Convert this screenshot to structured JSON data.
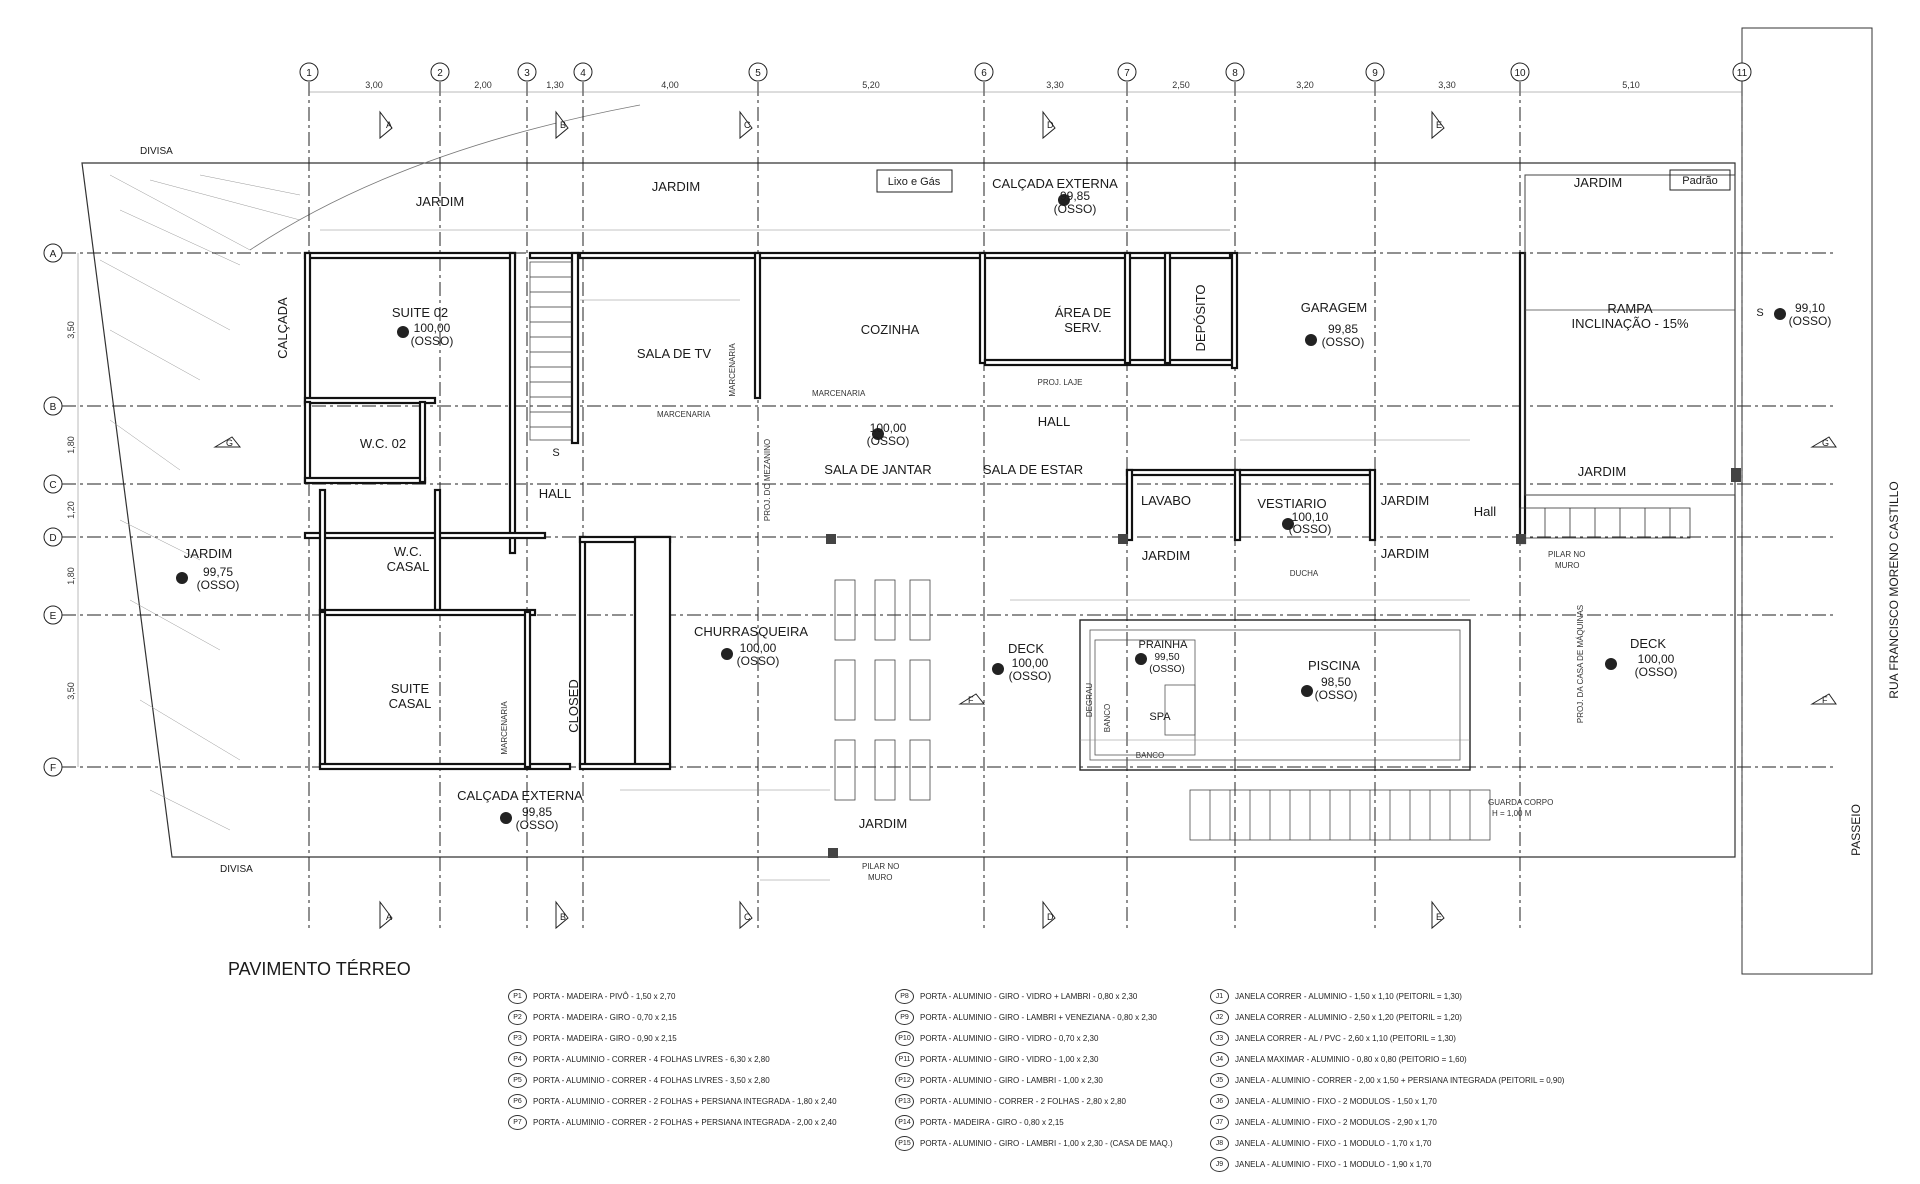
{
  "title": "PAVIMENTO TÉRREO",
  "street": "RUA FRANCISCO MORENO CASTILLO",
  "sidewalk": "PASSEIO",
  "boundary": "DIVISA",
  "grid_columns": [
    "1",
    "2",
    "3",
    "4",
    "5",
    "6",
    "7",
    "8",
    "9",
    "10",
    "11"
  ],
  "grid_rows": [
    "A",
    "B",
    "C",
    "D",
    "E",
    "F"
  ],
  "column_dims": [
    "3,00",
    "2,00",
    "1,30",
    "4,00",
    "5,20",
    "3,30",
    "2,50",
    "3,20",
    "3,30",
    "5,10"
  ],
  "row_dims": [
    "3,50",
    "1,80",
    "1,20",
    "1,80",
    "3,50"
  ],
  "section_marks": [
    "A",
    "B",
    "C",
    "D",
    "E",
    "F",
    "G"
  ],
  "rooms": {
    "suite02": "SUITE 02",
    "wc02": "W.C. 02",
    "calcada": "CALÇADA",
    "sala_tv": "SALA DE TV",
    "cozinha": "COZINHA",
    "area_serv_1": "ÁREA DE",
    "area_serv_2": "SERV.",
    "deposito": "DEPÓSITO",
    "garagem": "GARAGEM",
    "rampa": "RAMPA",
    "rampa_incl": "INCLINAÇÃO - 15%",
    "hall": "HALL",
    "hall2": "HALL",
    "hall_small": "Hall",
    "sala_jantar": "SALA DE JANTAR",
    "sala_estar": "SALA DE ESTAR",
    "lavabo": "LAVABO",
    "vestiario": "VESTIARIO",
    "wc_casal_1": "W.C.",
    "wc_casal_2": "CASAL",
    "suite_casal_1": "SUITE",
    "suite_casal_2": "CASAL",
    "closed": "CLOSED",
    "churrasqueira": "CHURRASQUEIRA",
    "deck": "DECK",
    "deck2": "DECK",
    "prainha": "PRAINHA",
    "spa": "SPA",
    "piscina": "PISCINA",
    "jardim": "JARDIM",
    "calcada_externa": "CALÇADA EXTERNA",
    "lixo_gas": "Lixo e Gás",
    "padrao": "Padrão",
    "marcenaria": "MARCENARIA",
    "proj_mezanino": "PROJ. DO MEZANINO",
    "proj_laje": "PROJ. LAJE",
    "proj_casa_maq": "PROJ. DA CASA DE MÁQUINAS",
    "pilar_muro_1": "PILAR NO",
    "pilar_muro_2": "MURO",
    "guarda_corpo_1": "GUARDA CORPO",
    "guarda_corpo_2": "H = 1,00 M",
    "ducha": "DUCHA",
    "degrau": "DEGRAU",
    "banco": "BANCO",
    "osso": "(OSSO)",
    "stair_up": "S"
  },
  "levels": {
    "suite02": "100,00",
    "calcada_ext_top": "99,85",
    "rampa": "99,10",
    "garagem": "99,85",
    "sala": "100,00",
    "jardim": "99,75",
    "vestiario": "100,10",
    "churrasqueira": "100,00",
    "deck": "100,00",
    "prainha": "99,50",
    "piscina": "98,50",
    "deck2": "100,00",
    "calcada_ext_bottom": "99,85"
  },
  "legend_col1": [
    [
      "P1",
      "PORTA - MADEIRA - PIVÔ - 1,50 x 2,70"
    ],
    [
      "P2",
      "PORTA - MADEIRA - GIRO - 0,70 x 2,15"
    ],
    [
      "P3",
      "PORTA - MADEIRA - GIRO - 0,90 x 2,15"
    ],
    [
      "P4",
      "PORTA - ALUMINIO - CORRER - 4 FOLHAS LIVRES - 6,30 x 2,80"
    ],
    [
      "P5",
      "PORTA - ALUMINIO - CORRER - 4 FOLHAS LIVRES - 3,50 x 2,80"
    ],
    [
      "P6",
      "PORTA - ALUMINIO - CORRER - 2 FOLHAS + PERSIANA INTEGRADA - 1,80 x 2,40"
    ],
    [
      "P7",
      "PORTA - ALUMINIO - CORRER - 2 FOLHAS + PERSIANA INTEGRADA - 2,00 x 2,40"
    ]
  ],
  "legend_col2": [
    [
      "P8",
      "PORTA - ALUMINIO - GIRO - VIDRO + LAMBRI - 0,80 x 2,30"
    ],
    [
      "P9",
      "PORTA - ALUMINIO - GIRO - LAMBRI + VENEZIANA - 0,80 x 2,30"
    ],
    [
      "P10",
      "PORTA - ALUMINIO - GIRO - VIDRO - 0,70 x 2,30"
    ],
    [
      "P11",
      "PORTA - ALUMINIO - GIRO - VIDRO - 1,00 x 2,30"
    ],
    [
      "P12",
      "PORTA - ALUMINIO - GIRO - LAMBRI - 1,00 x 2,30"
    ],
    [
      "P13",
      "PORTA - ALUMINIO - CORRER - 2 FOLHAS - 2,80 x 2,80"
    ],
    [
      "P14",
      "PORTA - MADEIRA - GIRO - 0,80 x 2,15"
    ],
    [
      "P15",
      "PORTA - ALUMINIO - GIRO - LAMBRI - 1,00 x 2,30 - (CASA DE MAQ.)"
    ]
  ],
  "legend_col3": [
    [
      "J1",
      "JANELA CORRER - ALUMINIO - 1,50 x 1,10 (PEITORIL = 1,30)"
    ],
    [
      "J2",
      "JANELA CORRER - ALUMINIO - 2,50 x 1,20 (PEITORIL = 1,20)"
    ],
    [
      "J3",
      "JANELA CORRER - AL / PVC - 2,60 x 1,10 (PEITORIL = 1,30)"
    ],
    [
      "J4",
      "JANELA MAXIMAR - ALUMINIO - 0,80 x 0,80 (PEITORIO = 1,60)"
    ],
    [
      "J5",
      "JANELA - ALUMINIO - CORRER - 2,00 x 1,50 + PERSIANA INTEGRADA (PEITORIL = 0,90)"
    ],
    [
      "J6",
      "JANELA - ALUMINIO - FIXO - 2 MODULOS - 1,50 x 1,70"
    ],
    [
      "J7",
      "JANELA - ALUMINIO - FIXO - 2 MODULOS - 2,90 x 1,70"
    ],
    [
      "J8",
      "JANELA - ALUMINIO - FIXO - 1 MODULO - 1,70 x 1,70"
    ],
    [
      "J9",
      "JANELA - ALUMINIO - FIXO - 1 MODULO - 1,90 x 1,70"
    ]
  ]
}
